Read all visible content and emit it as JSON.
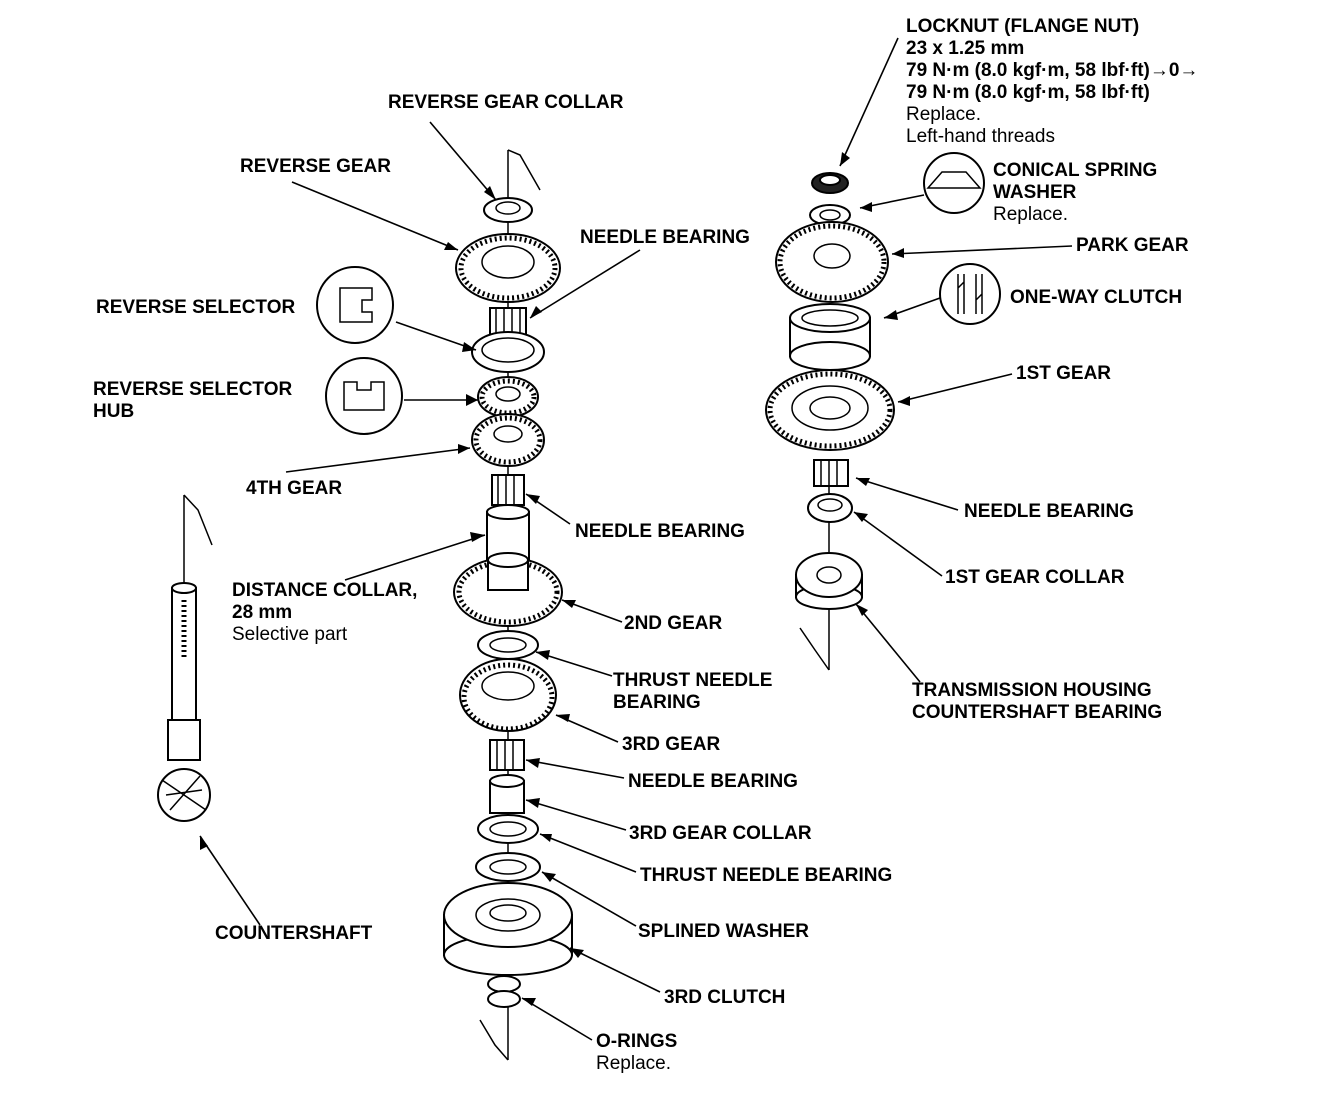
{
  "labels": {
    "locknut": "LOCKNUT (FLANGE NUT)",
    "locknut_size": "23 x 1.25 mm",
    "locknut_torque1": "79 N·m (8.0 kgf·m, 58 lbf·ft)→0→",
    "locknut_torque2": "79 N·m (8.0 kgf·m, 58 lbf·ft)",
    "locknut_note1": "Replace.",
    "locknut_note2": "Left-hand threads",
    "reverse_gear_collar": "REVERSE GEAR COLLAR",
    "reverse_gear": "REVERSE GEAR",
    "conical_spring_1": "CONICAL SPRING",
    "conical_spring_2": "WASHER",
    "conical_spring_note": "Replace.",
    "needle_bearing_top": "NEEDLE BEARING",
    "park_gear": "PARK GEAR",
    "reverse_selector": "REVERSE SELECTOR",
    "one_way_clutch": "ONE-WAY CLUTCH",
    "reverse_selector_hub_1": "REVERSE SELECTOR",
    "reverse_selector_hub_2": "HUB",
    "first_gear": "1ST GEAR",
    "fourth_gear": "4TH GEAR",
    "needle_bearing_right": "NEEDLE BEARING",
    "needle_bearing_mid": "NEEDLE BEARING",
    "distance_collar_1": "DISTANCE COLLAR,",
    "distance_collar_2": "28 mm",
    "distance_collar_note": "Selective part",
    "first_gear_collar": "1ST GEAR COLLAR",
    "second_gear": "2ND GEAR",
    "thrust_needle_1": "THRUST NEEDLE",
    "thrust_needle_2": "BEARING",
    "housing_bearing_1": "TRANSMISSION HOUSING",
    "housing_bearing_2": "COUNTERSHAFT BEARING",
    "third_gear": "3RD GEAR",
    "needle_bearing_low": "NEEDLE BEARING",
    "third_gear_collar": "3RD GEAR COLLAR",
    "thrust_needle_bearing": "THRUST NEEDLE BEARING",
    "countershaft": "COUNTERSHAFT",
    "splined_washer": "SPLINED WASHER",
    "third_clutch": "3RD CLUTCH",
    "o_rings": "O-RINGS",
    "o_rings_note": "Replace."
  }
}
